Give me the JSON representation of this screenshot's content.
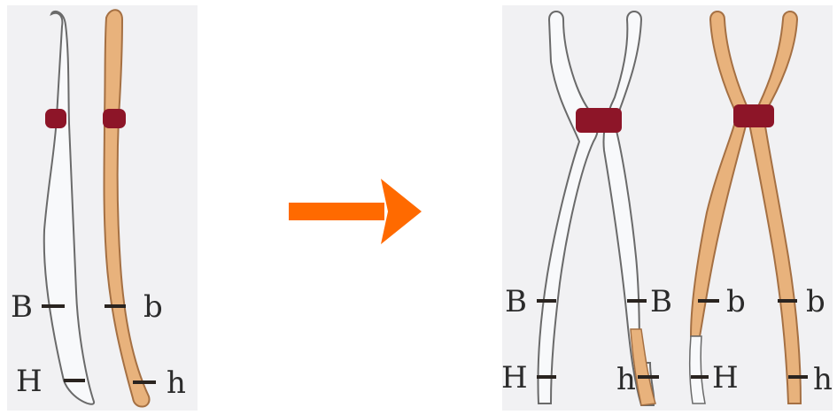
{
  "colors": {
    "panel_bg": "#f1f1f3",
    "white_chromatid_fill": "#f8f9fb",
    "white_chromatid_stroke": "#6a6a6a",
    "tan_chromatid_fill": "#e8b27c",
    "tan_chromatid_stroke": "#a57043",
    "centromere": "#8d1528",
    "gene_band": "#2a2420",
    "arrow": "#ff6a00"
  },
  "left_panel": {
    "labels": {
      "B": "B",
      "b": "b",
      "H": "H",
      "h": "h"
    }
  },
  "arrow": {
    "icon": "right-arrow-icon"
  },
  "right_panel": {
    "labels": {
      "B_left": "B",
      "B_mid": "B",
      "b_mid": "b",
      "b_right": "b",
      "H_left": "H",
      "h_mid": "h",
      "H_mid": "H",
      "h_right": "h"
    }
  }
}
